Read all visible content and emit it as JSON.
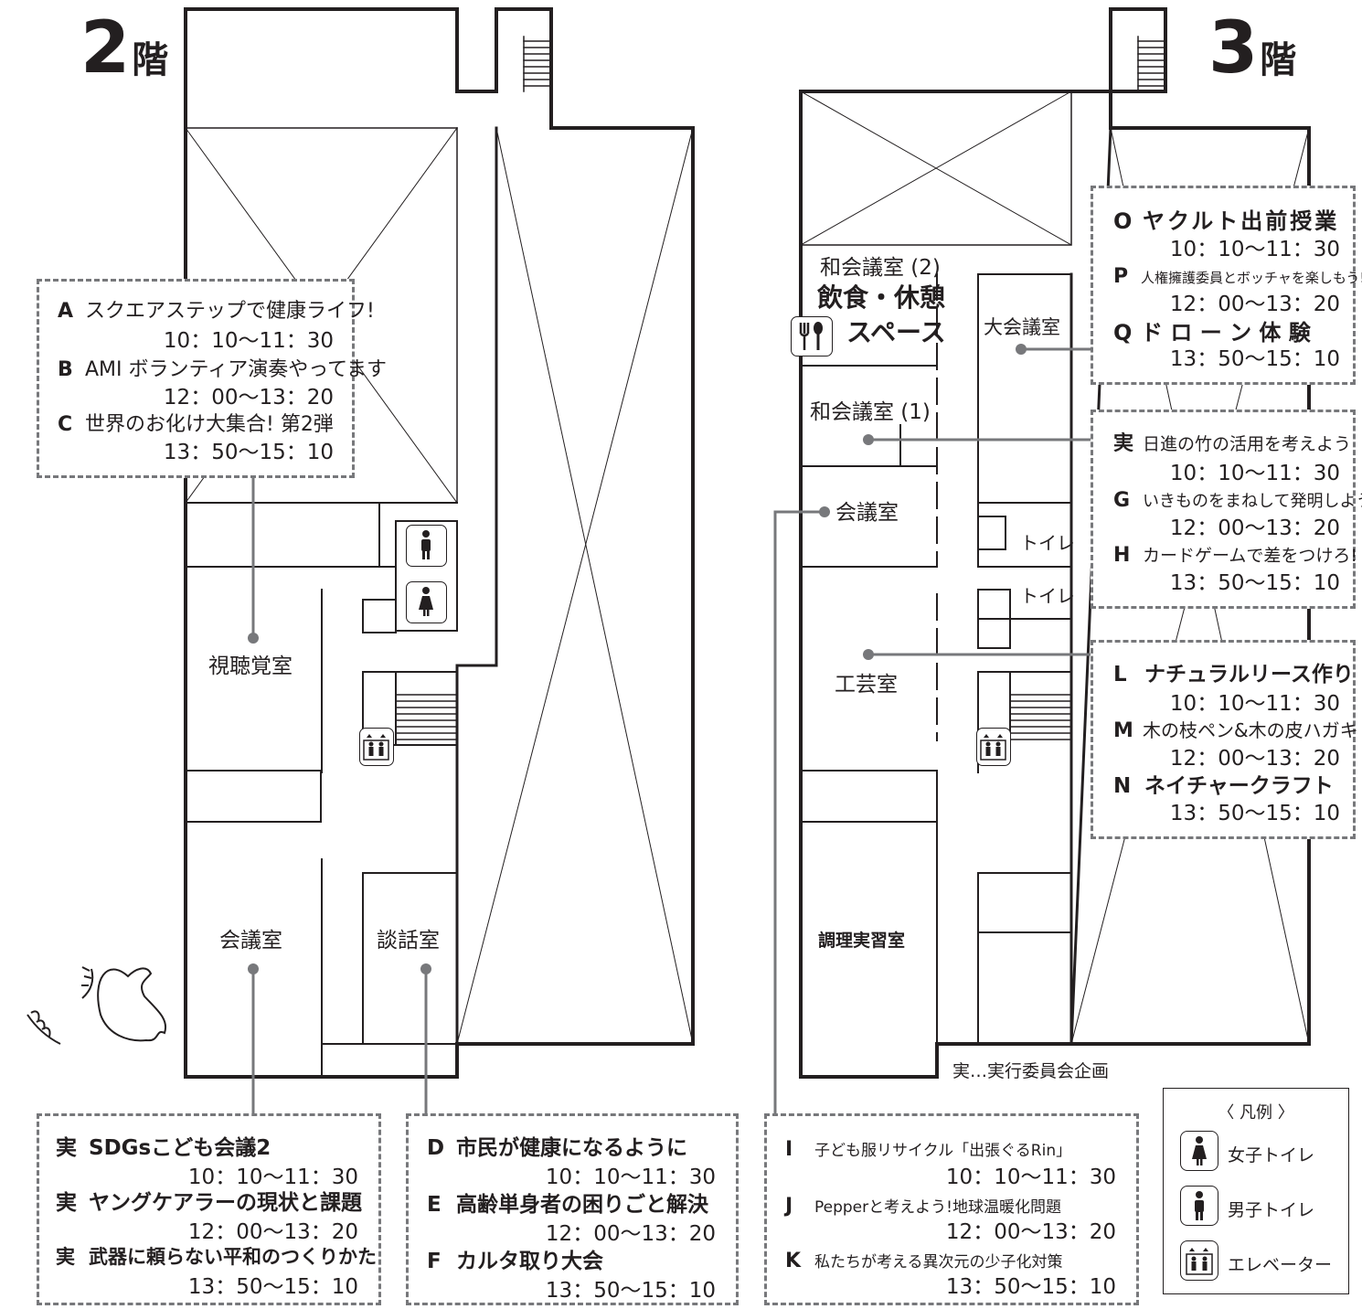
{
  "floor2": {
    "title_num": "2",
    "title_kai": "階",
    "rooms": {
      "av_room": "視聴覚室",
      "meeting_room": "会議室",
      "lounge": "談話室"
    },
    "box_abc": [
      {
        "code": "A",
        "title": "スクエアステップで健康ライフ!",
        "time": "10：10〜11：30"
      },
      {
        "code": "B",
        "title": "AMI ボランティア演奏やってます",
        "time": "12：00〜13：20"
      },
      {
        "code": "C",
        "title": "世界のお化け大集合! 第2弾",
        "time": "13：50〜15：10"
      }
    ],
    "box_jitsu": [
      {
        "code": "実",
        "title": "SDGsこども会議2",
        "time": "10：10〜11：30"
      },
      {
        "code": "実",
        "title": "ヤングケアラーの現状と課題",
        "time": "12：00〜13：20"
      },
      {
        "code": "実",
        "title": "武器に頼らない平和のつくりかた",
        "time": "13：50〜15：10"
      }
    ],
    "box_def": [
      {
        "code": "D",
        "title": "市民が健康になるように",
        "time": "10：10〜11：30"
      },
      {
        "code": "E",
        "title": "高齢単身者の困りごと解決",
        "time": "12：00〜13：20"
      },
      {
        "code": "F",
        "title": "カルタ取り大会",
        "time": "13：50〜15：10"
      }
    ]
  },
  "floor3": {
    "title_num": "3",
    "title_kai": "階",
    "rooms": {
      "japanese_room_2": "和会議室 (2)",
      "dining_line1": "飲食・休憩",
      "dining_line2": "スペース",
      "large_meeting": "大会議室",
      "japanese_room_1": "和会議室 (1)",
      "meeting_room": "会議室",
      "toilet_a": "トイレ",
      "toilet_b": "トイレ",
      "craft_room": "工芸室",
      "cooking_room": "調理実習室"
    },
    "box_opq": [
      {
        "code": "O",
        "title": "ヤクルト出前授業",
        "time": "10：10〜11：30"
      },
      {
        "code": "P",
        "title": "人権擁護委員とボッチャを楽しもう!",
        "time": "12：00〜13：20"
      },
      {
        "code": "Q",
        "title": "ド ロ ー ン 体 験",
        "time": "13：50〜15：10"
      }
    ],
    "box_jgh": [
      {
        "code": "実",
        "title": "日進の竹の活用を考えよう",
        "time": "10：10〜11：30"
      },
      {
        "code": "G",
        "title": "いきものをまねして発明しよう!",
        "time": "12：00〜13：20"
      },
      {
        "code": "H",
        "title": "カードゲームで差をつけろ!",
        "time": "13：50〜15：10"
      }
    ],
    "box_lmn": [
      {
        "code": "L",
        "title": "ナチュラルリース作り",
        "time": "10：10〜11：30"
      },
      {
        "code": "M",
        "title": "木の枝ペン&木の皮ハガキ",
        "time": "12：00〜13：20"
      },
      {
        "code": "N",
        "title": "ネイチャークラフト",
        "time": "13：50〜15：10"
      }
    ],
    "box_ijk": [
      {
        "code": "I",
        "title": "子ども服リサイクル「出張ぐるRin」",
        "time": "10：10〜11：30"
      },
      {
        "code": "J",
        "title": "Pepperと考えよう!地球温暖化問題",
        "time": "12：00〜13：20"
      },
      {
        "code": "K",
        "title": "私たちが考える異次元の少子化対策",
        "time": "13：50〜15：10"
      }
    ]
  },
  "note": "実…実行委員会企画",
  "legend": {
    "title": "〈 凡例 〉",
    "items": [
      {
        "icon": "female-toilet-icon",
        "label": "女子トイレ"
      },
      {
        "icon": "male-toilet-icon",
        "label": "男子トイレ"
      },
      {
        "icon": "elevator-icon",
        "label": "エレベーター"
      }
    ]
  },
  "colors": {
    "wall": "#231f20",
    "dashed_box": "#77787b",
    "leader": "#77787b"
  }
}
